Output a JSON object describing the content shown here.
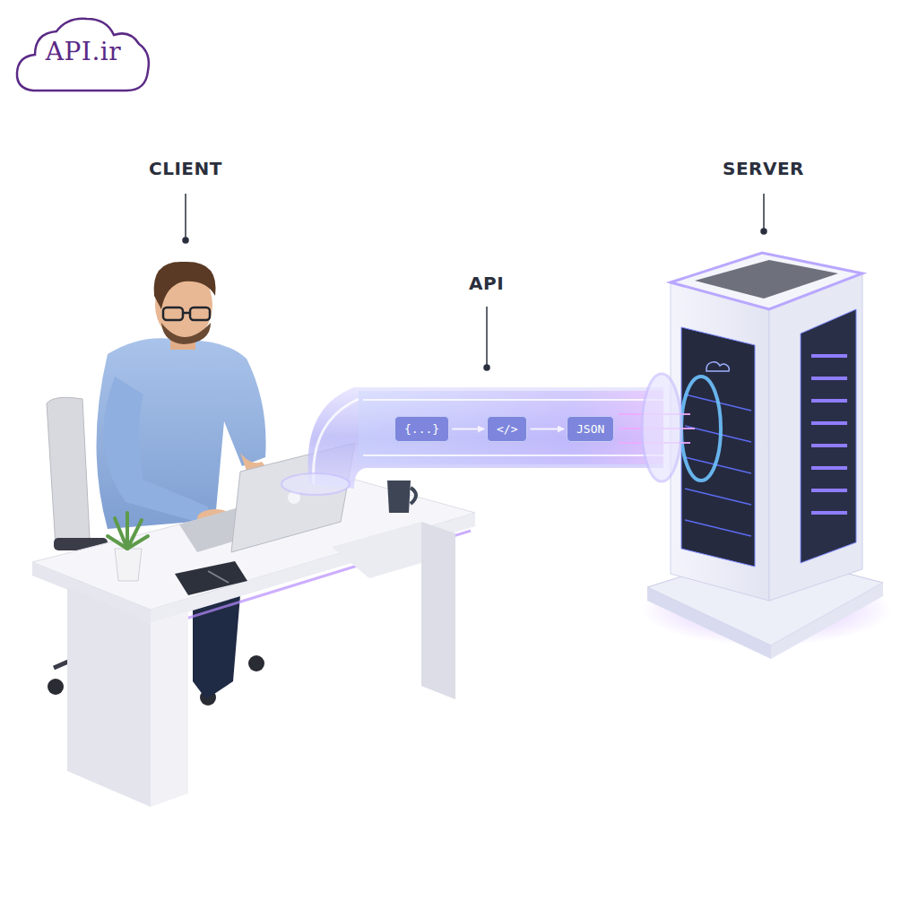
{
  "diagram": {
    "nodes": [
      {
        "text": [
          "API.ir"
        ]
      },
      {
        "text": [
          "{...}"
        ]
      },
      {
        "text": [
          "</>"
        ]
      },
      {
        "text": [
          "JSON"
        ]
      }
    ],
    "edges": [
      {
        "from": 1,
        "to": 2,
        "arrow": "to"
      },
      {
        "from": 2,
        "to": 3,
        "arrow": "to"
      }
    ],
    "labels": [
      "CLIENT",
      "API",
      "SERVER"
    ]
  }
}
